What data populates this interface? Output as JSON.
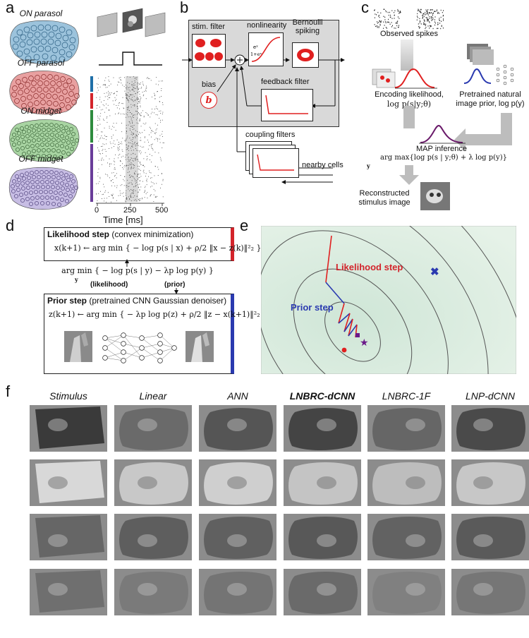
{
  "panel_labels": {
    "a": "a",
    "b": "b",
    "c": "c",
    "d": "d",
    "e": "e",
    "f": "f"
  },
  "panel_a": {
    "mosaics": [
      "ON parasol",
      "OFF parasol",
      "ON midget",
      "OFF midget"
    ],
    "mosaic_colors": [
      "#9cc3dc",
      "#e8a0a0",
      "#a8d4a2",
      "#c7bde4"
    ],
    "bar_colors": [
      "#1f6fa8",
      "#d3242b",
      "#2e8b3e",
      "#6a3d9a"
    ],
    "xlabel": "Time [ms]",
    "xticks": [
      "0",
      "250",
      "500"
    ]
  },
  "panel_b": {
    "stim_filter": "stim. filter",
    "nonlinearity": "nonlinearity",
    "bernoulli": "Bernoulli spiking",
    "bias": "bias",
    "bias_symbol": "b",
    "feedback": "feedback filter",
    "coupling": "coupling filters",
    "nearby": "nearby cells"
  },
  "panel_c": {
    "observed": "Observed spikes",
    "encoding": "Encoding likelihood,",
    "encoding_eq": "log p(s|y;θ)",
    "prior": "Pretrained natural",
    "prior2": "image prior, log p(y)",
    "map": "MAP inference",
    "map_eq": "arg max{log p(s | y;θ) + λ log p(y)}",
    "map_sub": "y",
    "recon1": "Reconstructed",
    "recon2": "stimulus image"
  },
  "panel_d": {
    "lik_title_bold": "Likelihood step",
    "lik_title_rest": "(convex minimization)",
    "lik_eq": "x(k+1) ← arg min { − log p(s | x) + ρ/2 ‖x − z(k)‖²₂ }",
    "mid_eq": "arg min { − log p(s | y) − λp log p(y) }",
    "mid_sub": "y",
    "likelihood_tag": "(likelihood)",
    "prior_tag": "(prior)",
    "prior_title_bold": "Prior step",
    "prior_title_rest": "(pretrained CNN Gaussian denoiser)",
    "prior_eq": "z(k+1) ← arg min { − λp log p(z) + ρ/2 ‖z − x(k+1)‖²₂ }"
  },
  "panel_e": {
    "likelihood_step": "Likelihood step",
    "prior_step": "Prior step"
  },
  "panel_f": {
    "columns": [
      "Stimulus",
      "Linear",
      "ANN",
      "LNBRC-dCNN",
      "LNBRC-1F",
      "LNP-dCNN"
    ],
    "bold_column": "LNBRC-dCNN",
    "rows": 4
  }
}
